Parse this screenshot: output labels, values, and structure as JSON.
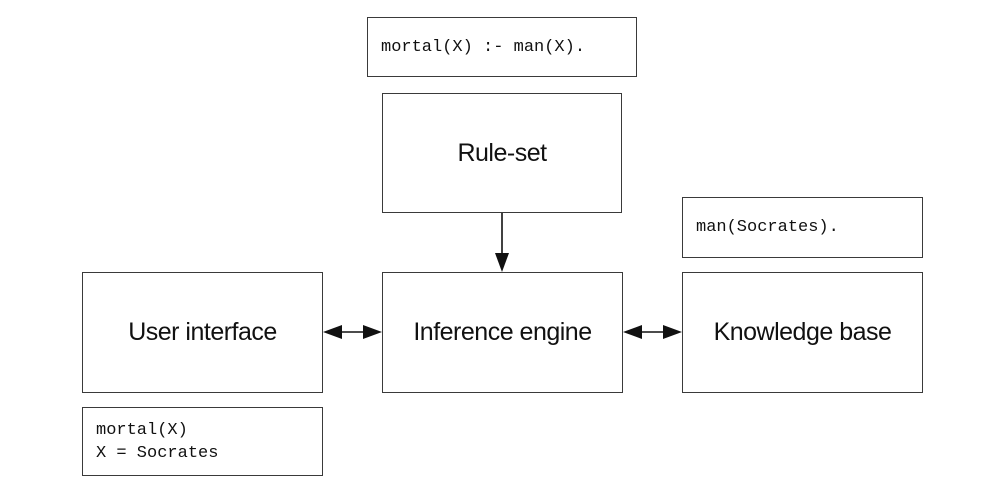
{
  "nodes": {
    "rule_set": {
      "label": "Rule-set"
    },
    "inference_engine": {
      "label": "Inference engine"
    },
    "user_interface": {
      "label": "User interface"
    },
    "knowledge_base": {
      "label": "Knowledge base"
    }
  },
  "annotations": {
    "rule_code": "mortal(X) :- man(X).",
    "fact_code": "man(Socrates).",
    "query_lines": [
      "mortal(X)",
      "X = Socrates"
    ]
  },
  "edges": [
    {
      "from": "rule_set",
      "to": "inference_engine",
      "direction": "forward"
    },
    {
      "from": "user_interface",
      "to": "inference_engine",
      "direction": "both"
    },
    {
      "from": "inference_engine",
      "to": "knowledge_base",
      "direction": "both"
    }
  ]
}
